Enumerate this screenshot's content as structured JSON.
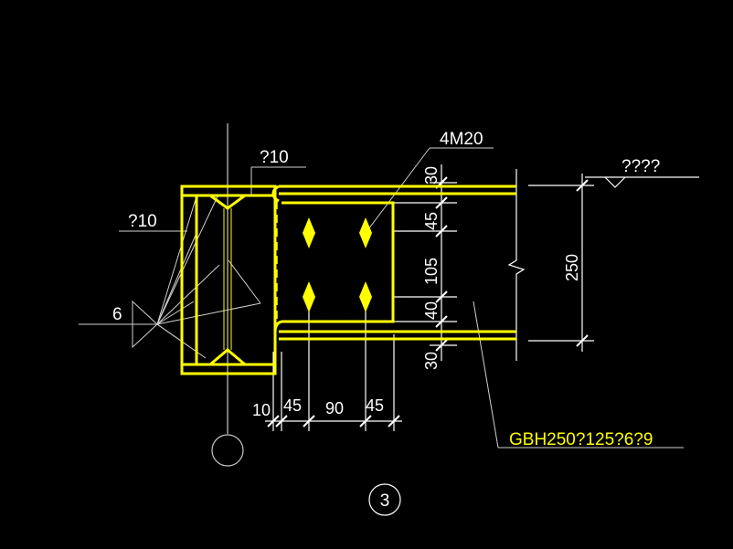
{
  "colors": {
    "background": "#000000",
    "steel": "#ffff00",
    "annotation": "#ffffff",
    "leader": "#c8c8c8"
  },
  "labels": {
    "plate_top": "?10",
    "plate_left": "?10",
    "weld_size": "6",
    "bolts": "4M20",
    "elevation": "????",
    "section": "GBH250?125?6?9",
    "detail_number": "3"
  },
  "dims": {
    "vertical": [
      "30",
      "45",
      "105",
      "40",
      "30"
    ],
    "horizontal": [
      "10",
      "45",
      "90",
      "45"
    ],
    "height": "250"
  }
}
